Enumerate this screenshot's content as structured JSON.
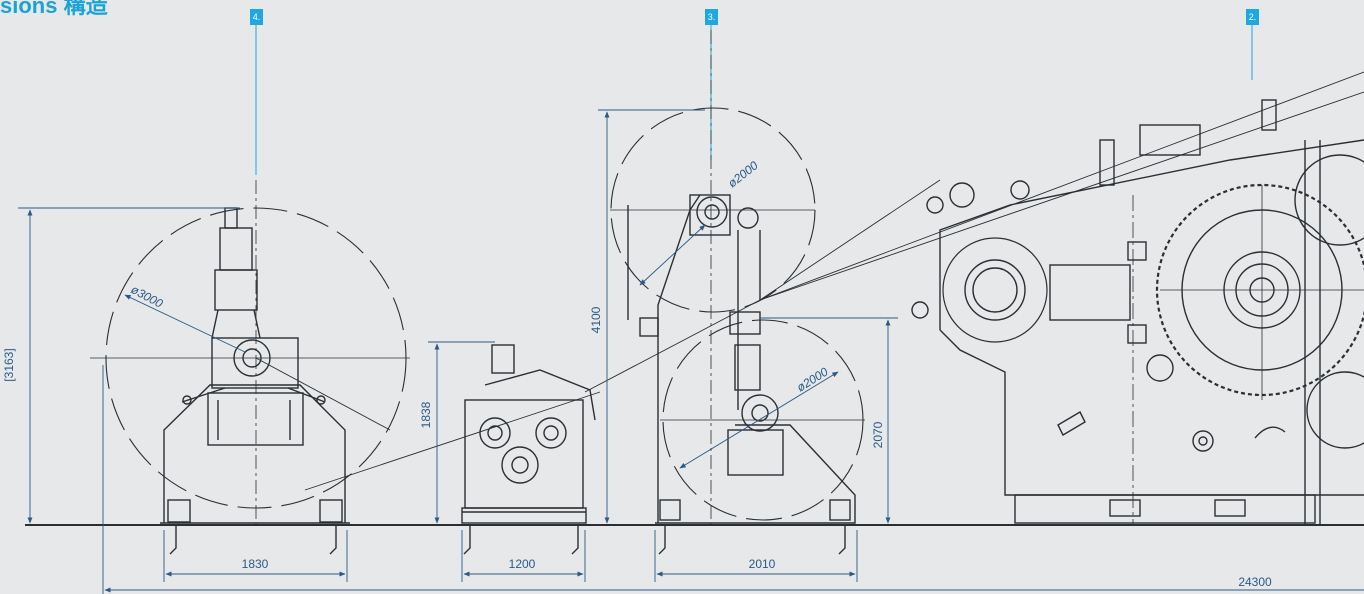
{
  "title": "sions 構造",
  "callouts": [
    "4.",
    "3.",
    "2."
  ],
  "dimensions": {
    "height_4": "[3163]",
    "dia_4": "ø3000",
    "width_4": "1830",
    "height_mid": "1838",
    "width_mid": "1200",
    "height_3": "4100",
    "dia_3_top": "ø2000",
    "dia_3_bottom": "ø2000",
    "height_3_right": "2070",
    "width_3": "2010",
    "total_length": "24300"
  },
  "colors": {
    "background": "#e6e8ea",
    "line": "#2b2f33",
    "dimension": "#2a5a86",
    "accent": "#1ea7e1"
  }
}
